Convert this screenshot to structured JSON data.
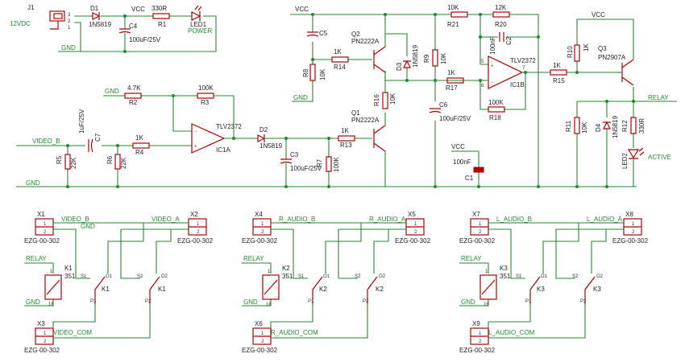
{
  "power": {
    "jack": "J1",
    "supply": "12VDC",
    "d1": "D1",
    "d1_part": "1N5819",
    "vcc": "VCC",
    "r1_value": "330R",
    "r1": "R1",
    "led1": "LED1",
    "power_label": "POWER",
    "c4": "C4",
    "c4_value": "100uF/25V",
    "gnd": "GND",
    "j_pins": [
      "3",
      "2",
      "1"
    ]
  },
  "input": {
    "video_b": "VIDEO_B",
    "c7": "C7",
    "c7_value": "1uF/25V",
    "r5": "R5",
    "r5_value": "22K",
    "r6": "R6",
    "r6_value": "22K",
    "r4": "R4",
    "r4_value": "1K",
    "r2": "R2",
    "r2_value": "4.7K",
    "r3": "R3",
    "r3_value": "100K",
    "ic1a": "IC1A",
    "opamp": "TLV2372",
    "gnd": "GND",
    "gnd_bus": "GND"
  },
  "middle": {
    "d2": "D2",
    "d2_part": "1N5819",
    "c3": "C3",
    "c3_value": "100uF/25V",
    "r7": "R7",
    "r7_value": "100K",
    "r13": "R13",
    "r13_value": "1K",
    "q1": "Q1",
    "q1_part": "PN2222A",
    "r16": "R16",
    "r16_value": "10K",
    "q2": "Q2",
    "q2_part": "PN2222A",
    "r14": "R14",
    "r14_value": "1K",
    "r8": "R8",
    "r8_value": "10K",
    "c5": "C5",
    "vcc": "VCC",
    "gnd": "GND",
    "d3": "D3",
    "d3_part": "1N5819",
    "r9": "R9",
    "r9_value": "10K",
    "r21": "R21",
    "r21_value": "10K",
    "r17": "R17",
    "r17_value": "1K",
    "c6": "C6",
    "c6_value": "100uF/25V"
  },
  "comparator": {
    "r20": "R20",
    "r20_value": "12K",
    "c2": "C2",
    "c2_value": "100nF",
    "ic1b": "IC1B",
    "opamp": "TLV2372",
    "r18": "R18",
    "r18_value": "100K",
    "r15": "R15",
    "r15_value": "1K",
    "vcc": "VCC",
    "c1": "C1",
    "c1_value": "100nF",
    "pins": [
      "5",
      "6",
      "7"
    ]
  },
  "relay_driver": {
    "vcc": "VCC",
    "r10": "R10",
    "r10_value": "1K",
    "q3": "Q3",
    "q3_part": "PN2907A",
    "relay": "RELAY",
    "r11": "R11",
    "r11_value": "10K",
    "d4": "D4",
    "d4_part": "1N5819",
    "r12": "R12",
    "r12_value": "330R",
    "led2": "LED2",
    "active_label": "ACTIVE"
  },
  "channels": [
    {
      "conn_b": "X1",
      "conn_a": "X2",
      "conn_com": "X3",
      "part": "EZG-00-302",
      "net_b": "VIDEO_B",
      "net_a": "VIDEO_A",
      "net_com": "VIDEO_COM",
      "gnd": "GND",
      "relay_net": "RELAY",
      "gnd2": "GND",
      "relay": "K1",
      "relay_value": "351",
      "s1": "S1",
      "o1": "O1",
      "p1": "P1",
      "s2": "S2",
      "o2": "O2",
      "p2": "P2",
      "pin1": "1",
      "pin2": "2",
      "pin16": "16"
    },
    {
      "conn_b": "X4",
      "conn_a": "X5",
      "conn_com": "X6",
      "part": "EZG-00-302",
      "net_b": "R_AUDIO_B",
      "net_a": "R_AUDIO_A",
      "net_com": "R_AUDIO_COM",
      "gnd": "",
      "relay_net": "RELAY",
      "gnd2": "GND",
      "relay": "K2",
      "relay_value": "351",
      "s1": "S1",
      "o1": "O1",
      "p1": "P1",
      "s2": "S2",
      "o2": "O2",
      "p2": "P2",
      "pin1": "1",
      "pin2": "2",
      "pin16": "16"
    },
    {
      "conn_b": "X7",
      "conn_a": "X8",
      "conn_com": "X9",
      "part": "EZG-00-302",
      "net_b": "L_AUDIO_B",
      "net_a": "L_AUDIO_A",
      "net_com": "L_AUDIO_COM",
      "gnd": "",
      "relay_net": "RELAY",
      "gnd2": "GND",
      "relay": "K3",
      "relay_value": "351",
      "s1": "S1",
      "o1": "O1",
      "p1": "P1",
      "s2": "S2",
      "o2": "O2",
      "p2": "P2",
      "pin1": "1",
      "pin2": "2",
      "pin16": "16"
    }
  ]
}
